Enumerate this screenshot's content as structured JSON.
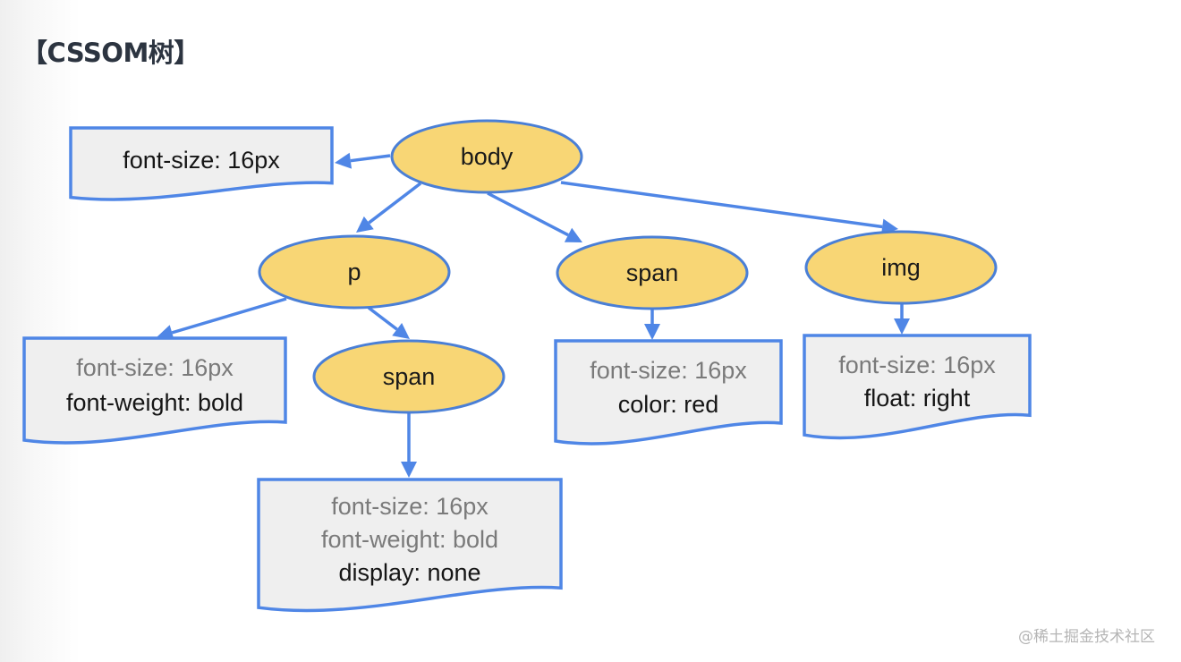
{
  "title": "【CSSOM树】",
  "watermark": "@稀土掘金技术社区",
  "colors": {
    "node_fill": "#f8d675",
    "node_stroke": "#4a7fd6",
    "box_fill": "#efefef",
    "box_stroke": "#4f86e6",
    "edge": "#4f86e6",
    "inherited_text": "#7a7a7a",
    "own_text": "#151515"
  },
  "nodes": [
    {
      "id": "body",
      "label": "body"
    },
    {
      "id": "p",
      "label": "p"
    },
    {
      "id": "span1",
      "label": "span"
    },
    {
      "id": "img",
      "label": "img"
    },
    {
      "id": "span2",
      "label": "span"
    }
  ],
  "style_boxes": [
    {
      "id": "body-styles",
      "for": "body",
      "lines": [
        {
          "text": "font-size: 16px",
          "inherited": false
        }
      ]
    },
    {
      "id": "p-styles",
      "for": "p",
      "lines": [
        {
          "text": "font-size: 16px",
          "inherited": true
        },
        {
          "text": "font-weight: bold",
          "inherited": false
        }
      ]
    },
    {
      "id": "span1-styles",
      "for": "span1",
      "lines": [
        {
          "text": "font-size: 16px",
          "inherited": true
        },
        {
          "text": "color: red",
          "inherited": false
        }
      ]
    },
    {
      "id": "img-styles",
      "for": "img",
      "lines": [
        {
          "text": "font-size: 16px",
          "inherited": true
        },
        {
          "text": "float: right",
          "inherited": false
        }
      ]
    },
    {
      "id": "span2-styles",
      "for": "span2",
      "lines": [
        {
          "text": "font-size: 16px",
          "inherited": true
        },
        {
          "text": "font-weight: bold",
          "inherited": true
        },
        {
          "text": "display: none",
          "inherited": false
        }
      ]
    }
  ],
  "edges": [
    {
      "from": "body",
      "to": "body-styles"
    },
    {
      "from": "body",
      "to": "p"
    },
    {
      "from": "body",
      "to": "span1"
    },
    {
      "from": "body",
      "to": "img"
    },
    {
      "from": "p",
      "to": "p-styles"
    },
    {
      "from": "p",
      "to": "span2"
    },
    {
      "from": "span1",
      "to": "span1-styles"
    },
    {
      "from": "img",
      "to": "img-styles"
    },
    {
      "from": "span2",
      "to": "span2-styles"
    }
  ]
}
